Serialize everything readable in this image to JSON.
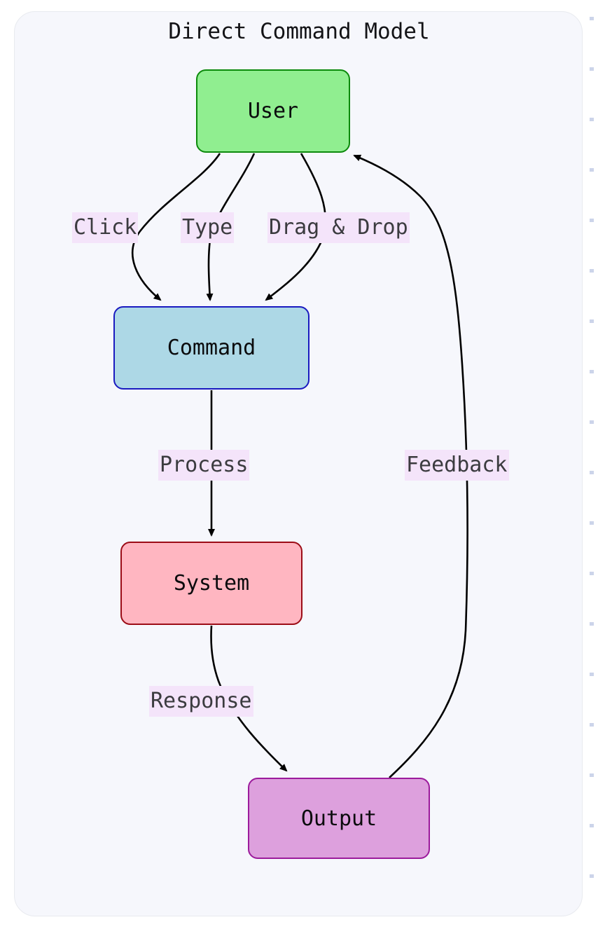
{
  "diagram": {
    "title": "Direct Command Model",
    "type": "flowchart",
    "direction": "top-down",
    "background_color": "#f6f7fc",
    "panel_border_color": "#e8eaef",
    "edge_label_background": "#f4e4fa",
    "edge_color": "#000000",
    "nodes": [
      {
        "id": "user",
        "label": "User",
        "fill": "#90ee90",
        "stroke": "#0c8a0c"
      },
      {
        "id": "command",
        "label": "Command",
        "fill": "#add8e6",
        "stroke": "#1a1ac0"
      },
      {
        "id": "system",
        "label": "System",
        "fill": "#ffb6c1",
        "stroke": "#9c0d17"
      },
      {
        "id": "output",
        "label": "Output",
        "fill": "#dda0dd",
        "stroke": "#9c1b9c"
      }
    ],
    "edges": [
      {
        "id": "user-command-click",
        "from": "user",
        "to": "command",
        "label": "Click"
      },
      {
        "id": "user-command-type",
        "from": "user",
        "to": "command",
        "label": "Type"
      },
      {
        "id": "user-command-drag",
        "from": "user",
        "to": "command",
        "label": "Drag & Drop"
      },
      {
        "id": "command-system",
        "from": "command",
        "to": "system",
        "label": "Process"
      },
      {
        "id": "system-output",
        "from": "system",
        "to": "output",
        "label": "Response"
      },
      {
        "id": "output-user",
        "from": "output",
        "to": "user",
        "label": "Feedback"
      }
    ]
  }
}
